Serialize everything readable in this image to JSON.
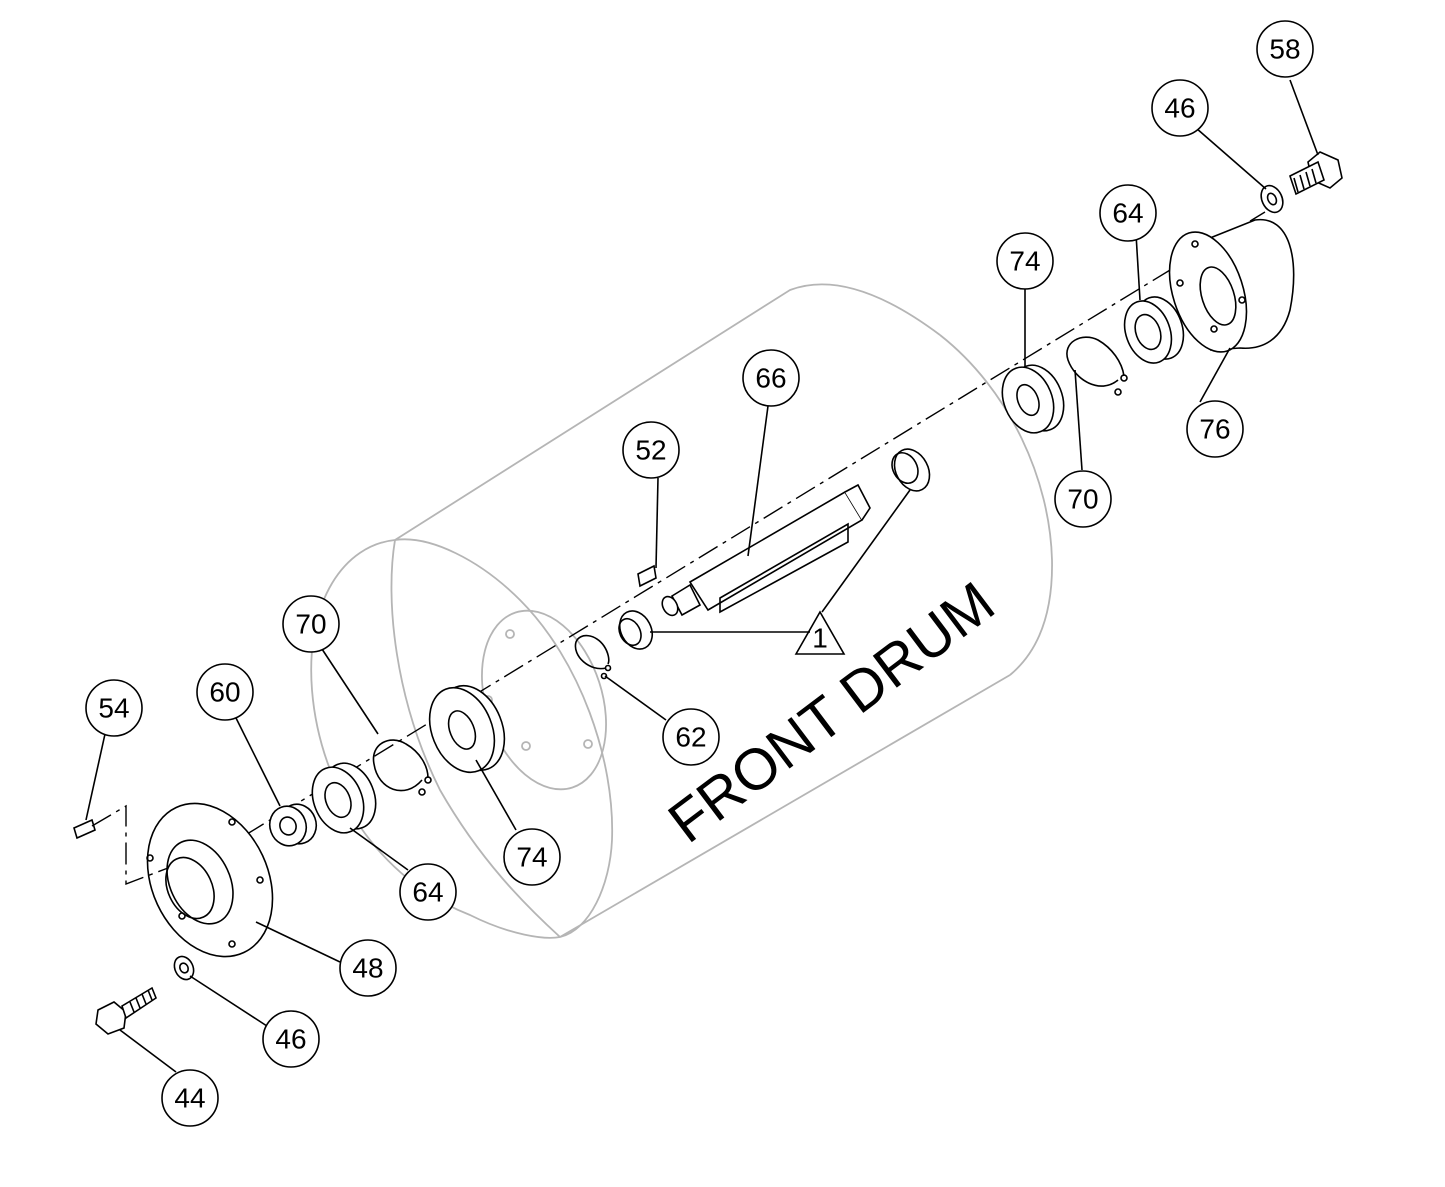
{
  "title": "FRONT DRUM",
  "reference_note": "1",
  "callouts": [
    {
      "id": "c58",
      "label": "58"
    },
    {
      "id": "c46-top",
      "label": "46"
    },
    {
      "id": "c64-top",
      "label": "64"
    },
    {
      "id": "c74-top",
      "label": "74"
    },
    {
      "id": "c76",
      "label": "76"
    },
    {
      "id": "c70-top",
      "label": "70"
    },
    {
      "id": "c66",
      "label": "66"
    },
    {
      "id": "c52",
      "label": "52"
    },
    {
      "id": "c70-bottom",
      "label": "70"
    },
    {
      "id": "c62",
      "label": "62"
    },
    {
      "id": "c54",
      "label": "54"
    },
    {
      "id": "c60",
      "label": "60"
    },
    {
      "id": "c74-bottom",
      "label": "74"
    },
    {
      "id": "c64-bottom",
      "label": "64"
    },
    {
      "id": "c48",
      "label": "48"
    },
    {
      "id": "c46-bottom",
      "label": "46"
    },
    {
      "id": "c44",
      "label": "44"
    }
  ]
}
